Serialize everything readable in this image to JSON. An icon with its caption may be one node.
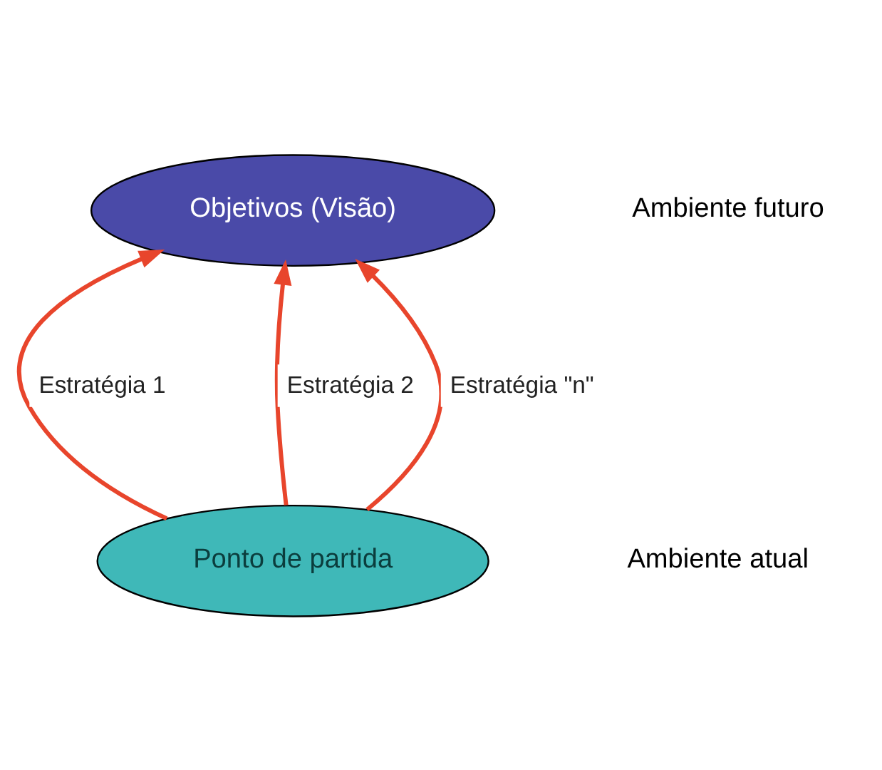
{
  "diagram": {
    "nodes": [
      {
        "text": [
          "Ponto de partida"
        ]
      },
      {
        "text": [
          "Objetivos (Visão)"
        ]
      }
    ],
    "edges": [
      {
        "from": 0,
        "to": 1,
        "arrow": "to",
        "label": "Estratégia 1"
      },
      {
        "from": 0,
        "to": 1,
        "arrow": "to",
        "label": "Estratégia 2"
      },
      {
        "from": 0,
        "to": 1,
        "arrow": "to",
        "label": "Estratégia \"n\""
      }
    ],
    "labels": [
      "Ambiente atual",
      "Ambiente futuro"
    ]
  }
}
